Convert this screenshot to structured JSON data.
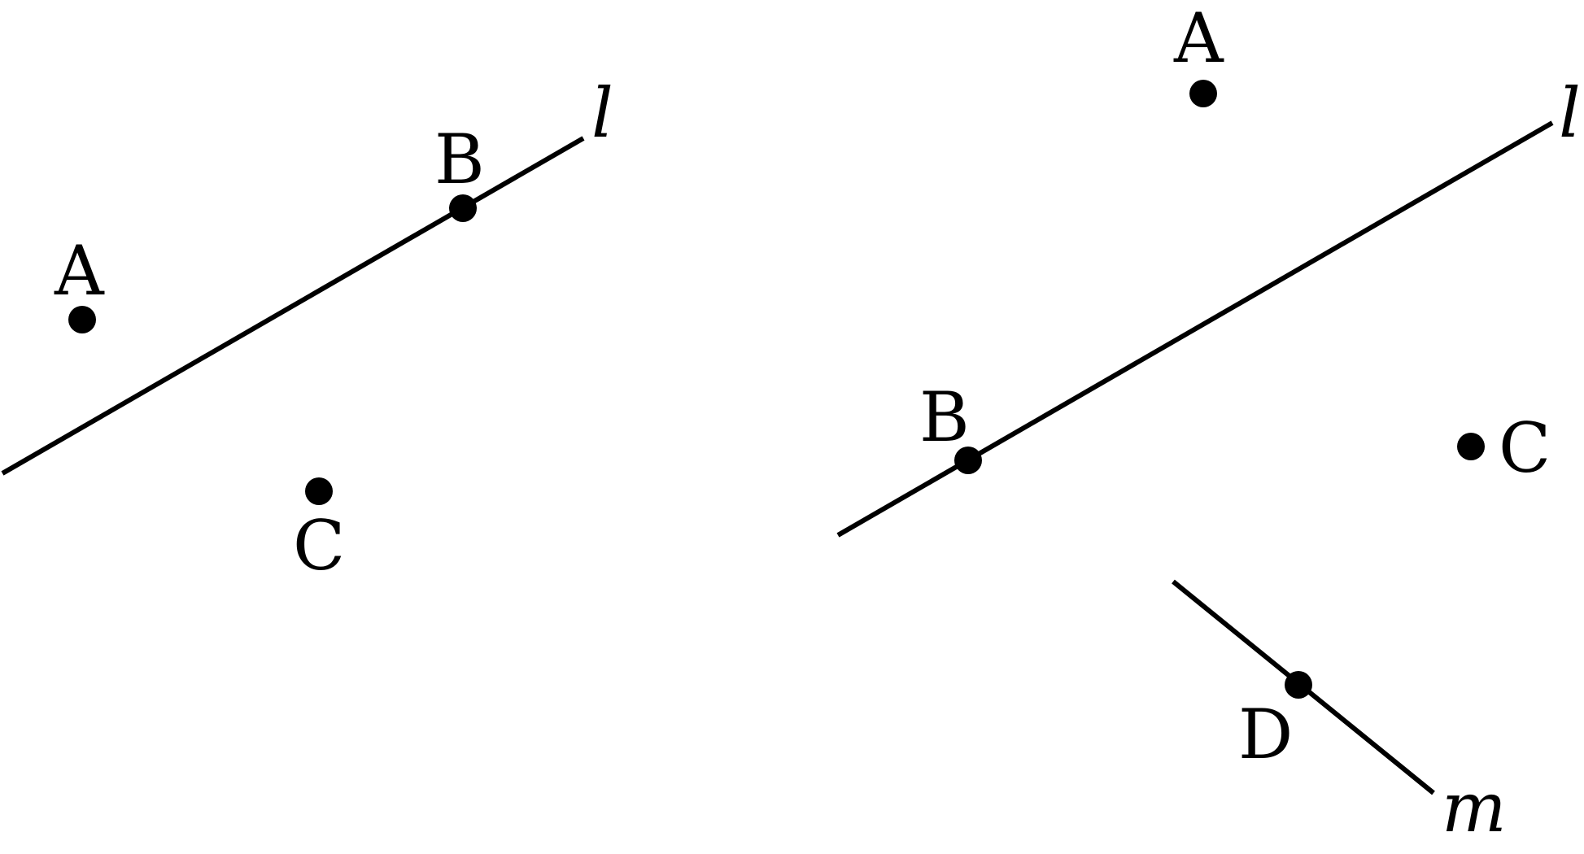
{
  "figures": [
    {
      "lines": [
        {
          "label": "l"
        }
      ],
      "points": [
        {
          "label": "A"
        },
        {
          "label": "B"
        },
        {
          "label": "C"
        }
      ]
    },
    {
      "lines": [
        {
          "label": "l"
        },
        {
          "label": "m"
        }
      ],
      "points": [
        {
          "label": "A"
        },
        {
          "label": "B"
        },
        {
          "label": "C"
        },
        {
          "label": "D"
        }
      ]
    }
  ],
  "colors": {
    "ink": "#000000",
    "background": "#ffffff"
  }
}
